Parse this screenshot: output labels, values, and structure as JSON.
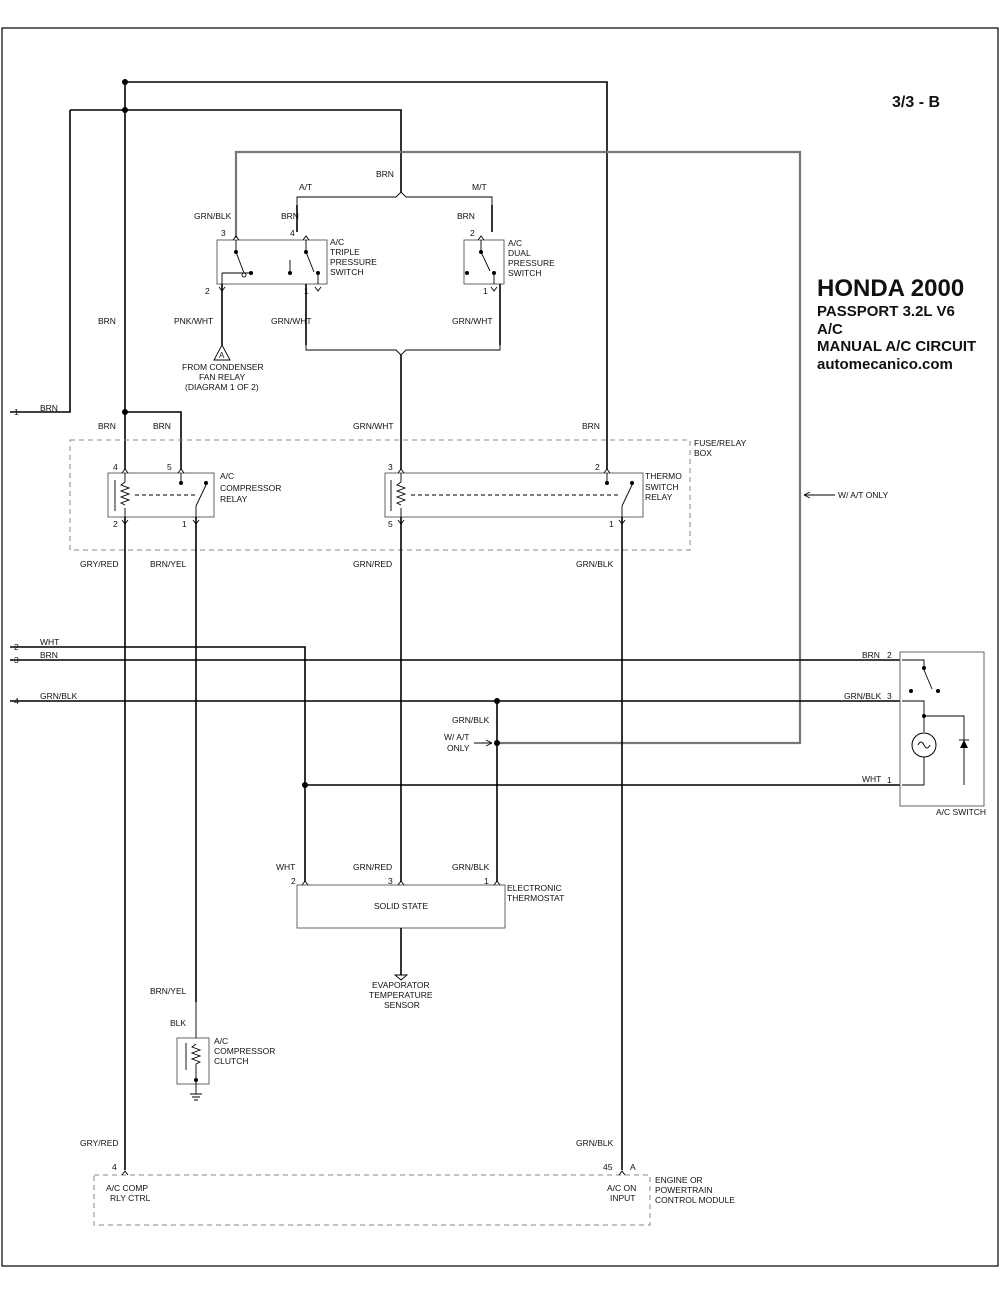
{
  "page_label": "3/3 - B",
  "title": {
    "make_year": "HONDA 2000",
    "model": "PASSPORT  3.2L  V6",
    "system": "A/C",
    "circuit": "MANUAL A/C CIRCUIT",
    "site": "automecanico.com"
  },
  "left_pins": {
    "p1": "1",
    "p2": "2",
    "p3": "3",
    "p4": "4"
  },
  "wires": {
    "brn": "BRN",
    "grn_blk": "GRN/BLK",
    "grn_wht": "GRN/WHT",
    "pnk_wht": "PNK/WHT",
    "gry_red": "GRY/RED",
    "brn_yel": "BRN/YEL",
    "grn_red": "GRN/RED",
    "wht": "WHT",
    "blk": "BLK"
  },
  "transmission": {
    "at": "A/T",
    "mt": "M/T",
    "wat_only": "W/ A/T ONLY",
    "wat_line1": "W/ A/T",
    "wat_line2": "ONLY"
  },
  "triple_switch": {
    "line1": "A/C",
    "line2": "TRIPLE",
    "line3": "PRESSURE",
    "line4": "SWITCH",
    "pin_a": "3",
    "pin_b": "4",
    "pin_c": "2",
    "pin_d": "1"
  },
  "dual_switch": {
    "line1": "A/C",
    "line2": "DUAL",
    "line3": "PRESSURE",
    "line4": "SWITCH",
    "pin_a": "2",
    "pin_b": "1"
  },
  "condenser_ref": {
    "marker": "A",
    "line1": "FROM CONDENSER",
    "line2": "FAN RELAY",
    "line3": "(DIAGRAM 1 OF 2)"
  },
  "fuse_box": {
    "line1": "FUSE/RELAY",
    "line2": "BOX"
  },
  "comp_relay": {
    "line1": "A/C",
    "line2": "COMPRESSOR",
    "line3": "RELAY",
    "pin4": "4",
    "pin5": "5",
    "pin2": "2",
    "pin1": "1"
  },
  "middle_relay": {
    "pin3": "3",
    "pin5": "5"
  },
  "thermo_relay": {
    "line1": "THERMO",
    "line2": "SWITCH",
    "line3": "RELAY",
    "pin2": "2",
    "pin1": "1"
  },
  "ac_switch": {
    "label": "A/C SWITCH",
    "pin2": "2",
    "pin3": "3",
    "pin1": "1"
  },
  "thermostat": {
    "body": "SOLID STATE",
    "line1": "ELECTRONIC",
    "line2": "THERMOSTAT",
    "pin2": "2",
    "pin3": "3",
    "pin1": "1"
  },
  "evap_sensor": {
    "line1": "EVAPORATOR",
    "line2": "TEMPERATURE",
    "line3": "SENSOR"
  },
  "clutch": {
    "line1": "A/C",
    "line2": "COMPRESSOR",
    "line3": "CLUTCH"
  },
  "ecm": {
    "line1": "ENGINE OR",
    "line2": "POWERTRAIN",
    "line3": "CONTROL MODULE",
    "pin4": "4",
    "pin45": "45",
    "conn": "A",
    "comp_l1": "A/C COMP",
    "comp_l2": "RLY CTRL",
    "on_l1": "A/C ON",
    "on_l2": "INPUT"
  }
}
